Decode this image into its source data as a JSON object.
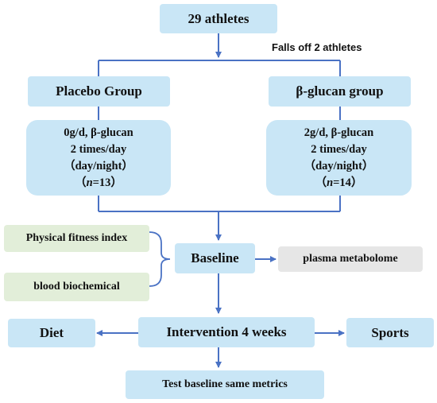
{
  "diagram": {
    "top": "29 athletes",
    "dropout": "Falls off 2 athletes",
    "placebo": {
      "title": "Placebo Group",
      "dose": "0g/d, β-glucan",
      "freq": "2 times/day",
      "timing": "（day/night）",
      "n_prefix": "（",
      "n_var": "n",
      "n_value": "=13）"
    },
    "glucan": {
      "title": "β-glucan group",
      "dose": "2g/d, β-glucan",
      "freq": "2 times/day",
      "timing": "（day/night）",
      "n_prefix": "（",
      "n_var": "n",
      "n_value": "=14）"
    },
    "physical": "Physical fitness index",
    "blood": "blood biochemical",
    "baseline": "Baseline",
    "plasma": "plasma metabolome",
    "diet": "Diet",
    "intervention": "Intervention 4 weeks",
    "sports": "Sports",
    "test": "Test baseline same metrics"
  },
  "colors": {
    "box_blue": "#c9e6f6",
    "box_green": "#e2eed9",
    "box_grey": "#e6e6e6",
    "line": "#4a72c4"
  }
}
